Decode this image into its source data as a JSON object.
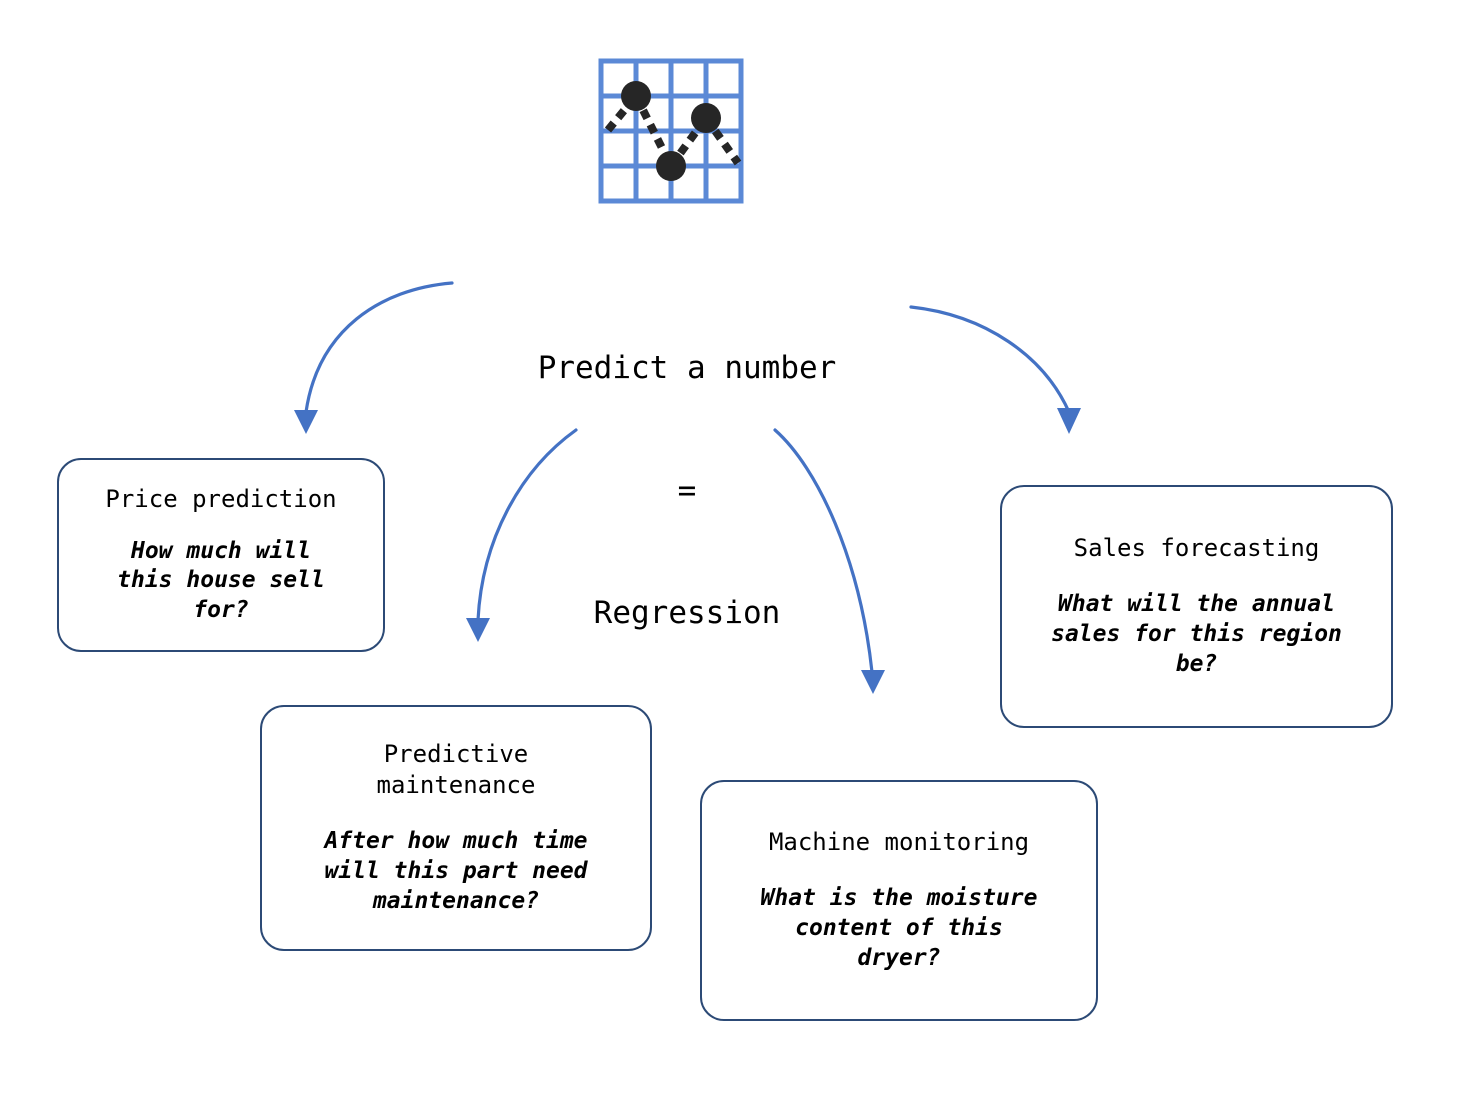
{
  "diagram": {
    "center": {
      "icon_name": "regression-scatter-grid-icon",
      "title_lines": [
        "Predict a number",
        "=",
        "Regression"
      ]
    },
    "colors": {
      "arrow_blue": "#4472C4",
      "box_border_navy": "#2C4A76",
      "icon_grid_blue": "#5B89D6",
      "icon_dot_dark": "#262626",
      "background": "#FFFFFF",
      "text": "#000000"
    },
    "nodes": [
      {
        "id": "price-prediction",
        "title": "Price prediction",
        "description": "How much will\nthis house sell\nfor?"
      },
      {
        "id": "predictive-maintenance",
        "title": "Predictive\nmaintenance",
        "description": "After how much time\nwill this part need\nmaintenance?"
      },
      {
        "id": "machine-monitoring",
        "title": "Machine monitoring",
        "description": "What is the moisture\ncontent of this\ndryer?"
      },
      {
        "id": "sales-forecasting",
        "title": "Sales forecasting",
        "description": "What will the annual\nsales for this region\nbe?"
      }
    ],
    "connectors": [
      {
        "id": "arrow-to-price-prediction",
        "from": "center",
        "to": "price-prediction"
      },
      {
        "id": "arrow-to-predictive-maintenance",
        "from": "center",
        "to": "predictive-maintenance"
      },
      {
        "id": "arrow-to-machine-monitoring",
        "from": "center",
        "to": "machine-monitoring"
      },
      {
        "id": "arrow-to-sales-forecasting",
        "from": "center",
        "to": "sales-forecasting"
      }
    ]
  }
}
